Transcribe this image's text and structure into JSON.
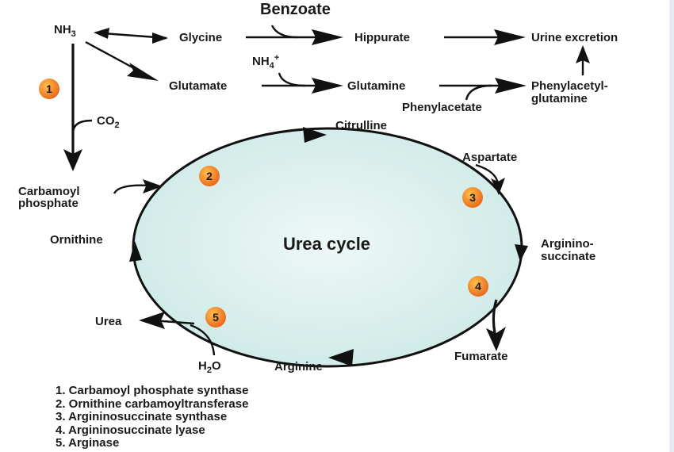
{
  "title": "Benzoate",
  "cycle_label": "Urea cycle",
  "colors": {
    "cycle_fill_center": "#eef8f7",
    "cycle_fill_edge": "#cfeae7",
    "badge_center": "#ffc04d",
    "badge_edge": "#e8641a"
  },
  "nodes": {
    "nh3": {
      "main": "NH",
      "sub": "3"
    },
    "glycine": "Glycine",
    "hippurate": "Hippurate",
    "urine_excretion": "Urine excretion",
    "nh4": {
      "main": "NH",
      "sub": "4",
      "sup": "+"
    },
    "glutamate": "Glutamate",
    "glutamine": "Glutamine",
    "phenylacetylglutamine": [
      "Phenylacetyl-",
      "glutamine"
    ],
    "phenylacetate": "Phenylacetate",
    "co2": {
      "main": "CO",
      "sub": "2"
    },
    "carbamoyl_phosphate": [
      "Carbamoyl",
      "phosphate"
    ],
    "citrulline": "Citrulline",
    "aspartate": "Aspartate",
    "argininosuccinate": [
      "Arginino-",
      "succinate"
    ],
    "fumarate": "Fumarate",
    "arginine": "Arginine",
    "h2o": {
      "main": "H",
      "sub": "2",
      "tail": "O"
    },
    "urea": "Urea",
    "ornithine": "Ornithine"
  },
  "badges": [
    "1",
    "2",
    "3",
    "4",
    "5"
  ],
  "enzymes": [
    "1. Carbamoyl phosphate synthase",
    "2. Ornithine carbamoyltransferase",
    "3. Argininosuccinate synthase",
    "4. Argininosuccinate lyase",
    "5. Arginase"
  ]
}
